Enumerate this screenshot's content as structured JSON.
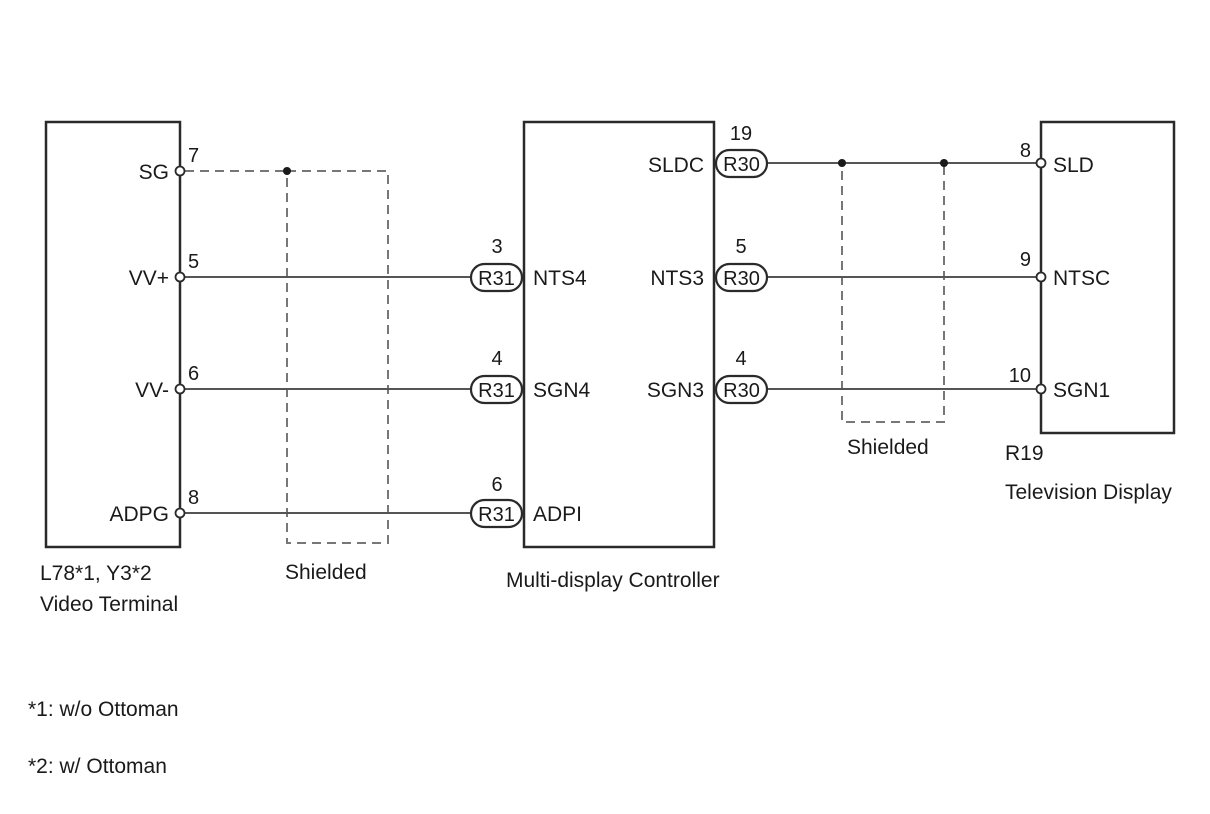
{
  "video_terminal": {
    "connector": "L78*1, Y3*2",
    "name": "Video Terminal",
    "pins": [
      {
        "label": "SG",
        "number": "7"
      },
      {
        "label": "VV+",
        "number": "5"
      },
      {
        "label": "VV-",
        "number": "6"
      },
      {
        "label": "ADPG",
        "number": "8"
      }
    ]
  },
  "multi_display_controller": {
    "name": "Multi-display Controller",
    "left_pins": [
      {
        "label": "NTS4",
        "number": "3",
        "connector": "R31"
      },
      {
        "label": "SGN4",
        "number": "4",
        "connector": "R31"
      },
      {
        "label": "ADPI",
        "number": "6",
        "connector": "R31"
      }
    ],
    "right_pins": [
      {
        "label": "SLDC",
        "number": "19",
        "connector": "R30"
      },
      {
        "label": "NTS3",
        "number": "5",
        "connector": "R30"
      },
      {
        "label": "SGN3",
        "number": "4",
        "connector": "R30"
      }
    ]
  },
  "television_display": {
    "connector": "R19",
    "name": "Television Display",
    "pins": [
      {
        "label": "SLD",
        "number": "8"
      },
      {
        "label": "NTSC",
        "number": "9"
      },
      {
        "label": "SGN1",
        "number": "10"
      }
    ]
  },
  "shields": {
    "left": "Shielded",
    "right": "Shielded"
  },
  "notes": [
    "*1: w/o Ottoman",
    "*2: w/ Ottoman"
  ]
}
